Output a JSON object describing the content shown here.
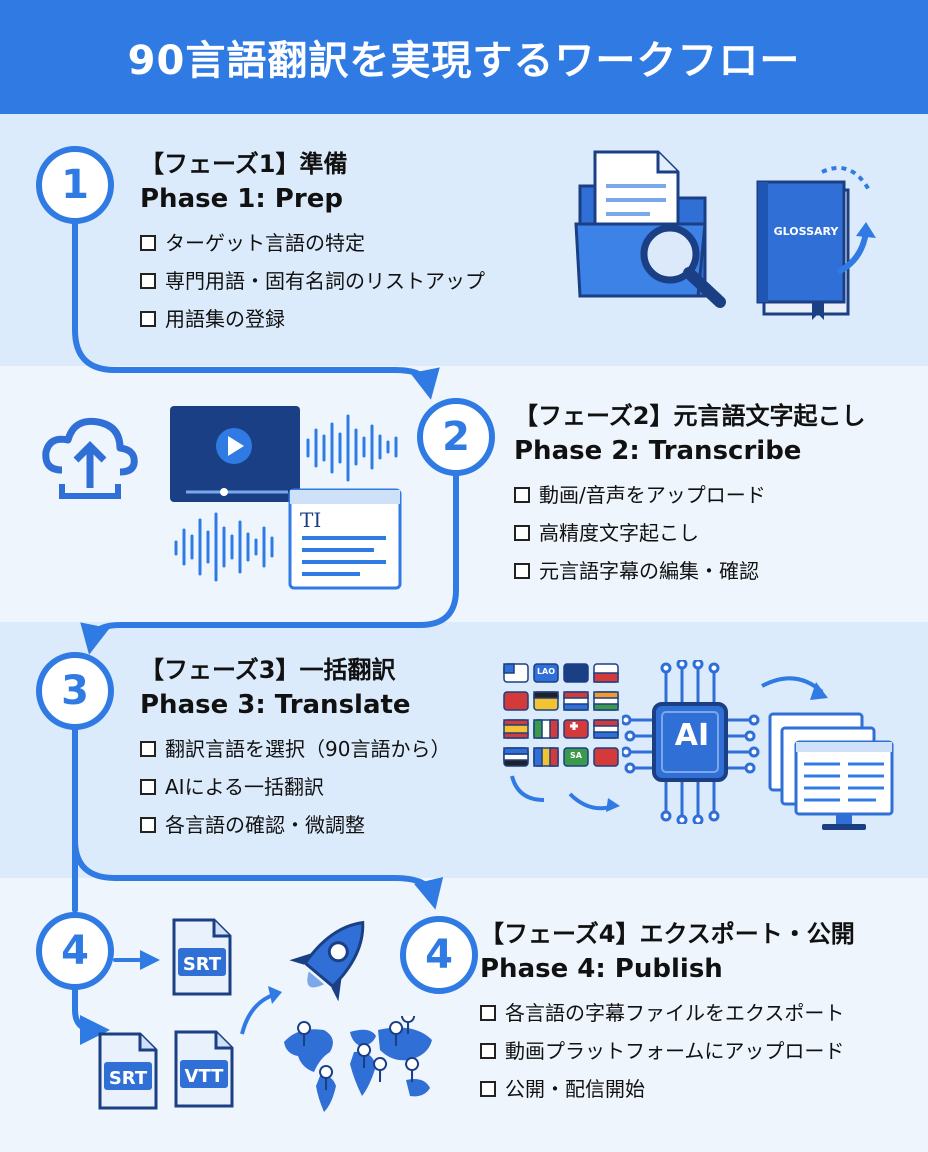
{
  "title": "90言語翻訳を実現するワークフロー",
  "phases": [
    {
      "number": "1",
      "title_ja": "【フェーズ1】準備",
      "title_en": "Phase 1: Prep",
      "items": [
        "ターゲット言語の特定",
        "専門用語・固有名詞のリストアップ",
        "用語集の登録"
      ]
    },
    {
      "number": "2",
      "title_ja": "【フェーズ2】元言語文字起こし",
      "title_en": "Phase 2: Transcribe",
      "items": [
        "動画/音声をアップロード",
        "高精度文字起こし",
        "元言語字幕の編集・確認"
      ]
    },
    {
      "number": "3",
      "title_ja": "【フェーズ3】一括翻訳",
      "title_en": "Phase 3: Translate",
      "items": [
        "翻訳言語を選択（90言語から）",
        "AIによる一括翻訳",
        "各言語の確認・微調整"
      ]
    },
    {
      "number": "4",
      "title_ja": "【フェーズ4】エクスポート・公開",
      "title_en": "Phase 4: Publish",
      "items": [
        "各言語の字幕ファイルをエクスポート",
        "動画プラットフォームにアップロード",
        "公開・配信開始"
      ]
    }
  ],
  "labels": {
    "glossary": "GLOSSARY",
    "text_icon": "TI",
    "ai": "AI",
    "flag_lao": "LAO",
    "flag_saudi": "SA",
    "srt": "SRT",
    "vtt": "VTT"
  },
  "colors": {
    "accent": "#2f7be3",
    "dark": "#1b3f84",
    "band_light": "#eef5fd",
    "band_mid": "#dcebfb"
  }
}
